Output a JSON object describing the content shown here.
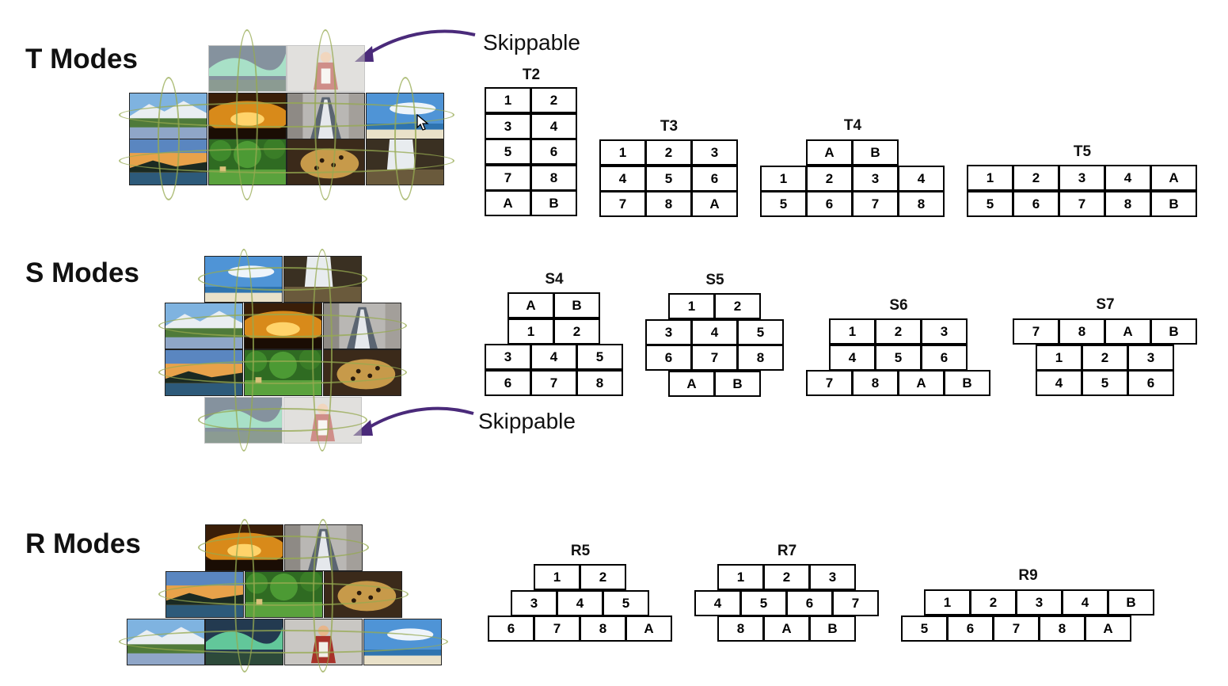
{
  "sections": {
    "t": {
      "title": "T Modes"
    },
    "s": {
      "title": "S Modes"
    },
    "r": {
      "title": "R Modes"
    }
  },
  "skippable_label": "Skippable",
  "modes": {
    "T2": {
      "title": "T2",
      "rows": [
        [
          "1",
          "2"
        ],
        [
          "3",
          "4"
        ],
        [
          "5",
          "6"
        ],
        [
          "7",
          "8"
        ],
        [
          "A",
          "B"
        ]
      ]
    },
    "T3": {
      "title": "T3",
      "rows": [
        [
          "1",
          "2",
          "3"
        ],
        [
          "4",
          "5",
          "6"
        ],
        [
          "7",
          "8",
          "A"
        ]
      ]
    },
    "T4": {
      "title": "T4",
      "rows": [
        [
          "A",
          "B"
        ],
        [
          "1",
          "2",
          "3",
          "4"
        ],
        [
          "5",
          "6",
          "7",
          "8"
        ]
      ]
    },
    "T5": {
      "title": "T5",
      "rows": [
        [
          "1",
          "2",
          "3",
          "4",
          "A"
        ],
        [
          "5",
          "6",
          "7",
          "8",
          "B"
        ]
      ]
    },
    "S4": {
      "title": "S4",
      "rows": [
        [
          "A",
          "B"
        ],
        [
          "1",
          "2"
        ],
        [
          "3",
          "4",
          "5"
        ],
        [
          "6",
          "7",
          "8"
        ]
      ]
    },
    "S5": {
      "title": "S5",
      "rows": [
        [
          "1",
          "2"
        ],
        [
          "3",
          "4",
          "5"
        ],
        [
          "6",
          "7",
          "8"
        ],
        [
          "A",
          "B"
        ]
      ]
    },
    "S6": {
      "title": "S6",
      "rows": [
        [
          "1",
          "2",
          "3"
        ],
        [
          "4",
          "5",
          "6"
        ],
        [
          "7",
          "8",
          "A",
          "B"
        ]
      ]
    },
    "S7": {
      "title": "S7",
      "rows": [
        [
          "7",
          "8",
          "A",
          "B"
        ],
        [
          "1",
          "2",
          "3"
        ],
        [
          "4",
          "5",
          "6"
        ]
      ]
    },
    "R5": {
      "title": "R5",
      "rows": [
        [
          "1",
          "2"
        ],
        [
          "3",
          "4",
          "5"
        ],
        [
          "6",
          "7",
          "8",
          "A"
        ]
      ]
    },
    "R7": {
      "title": "R7",
      "rows": [
        [
          "1",
          "2",
          "3"
        ],
        [
          "4",
          "5",
          "6",
          "7"
        ],
        [
          "8",
          "A",
          "B"
        ]
      ]
    },
    "R9": {
      "title": "R9",
      "rows": [
        [
          "1",
          "2",
          "3",
          "4",
          "B"
        ],
        [
          "5",
          "6",
          "7",
          "8",
          "A"
        ]
      ]
    }
  },
  "colors": {
    "ring": "#96aa50",
    "arrow": "#4a2a7a"
  },
  "icons": {
    "arrow": "curved-arrow-icon",
    "cursor": "mouse-pointer-icon"
  }
}
